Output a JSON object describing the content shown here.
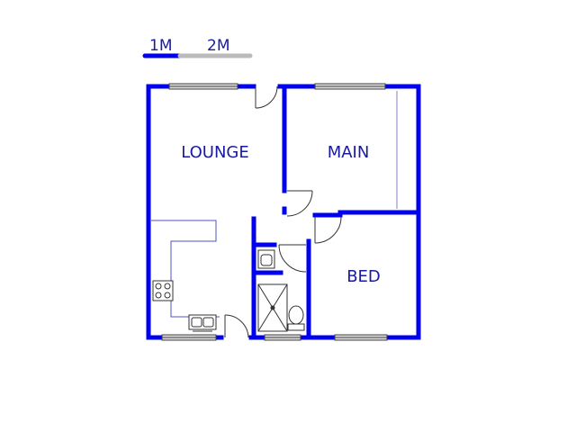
{
  "scale_bar": {
    "first_label": "1M",
    "second_label": "2M"
  },
  "rooms": {
    "lounge": "LOUNGE",
    "main": "MAIN",
    "bed": "BED"
  },
  "colors": {
    "wall": "#0000ee",
    "label": "#1a1aa0",
    "fixture_line": "#5050c8",
    "window_fill": "#d8d8d8",
    "window_stroke": "#404040",
    "scale_gray": "#bbbbbb",
    "door_stroke": "#333333"
  }
}
